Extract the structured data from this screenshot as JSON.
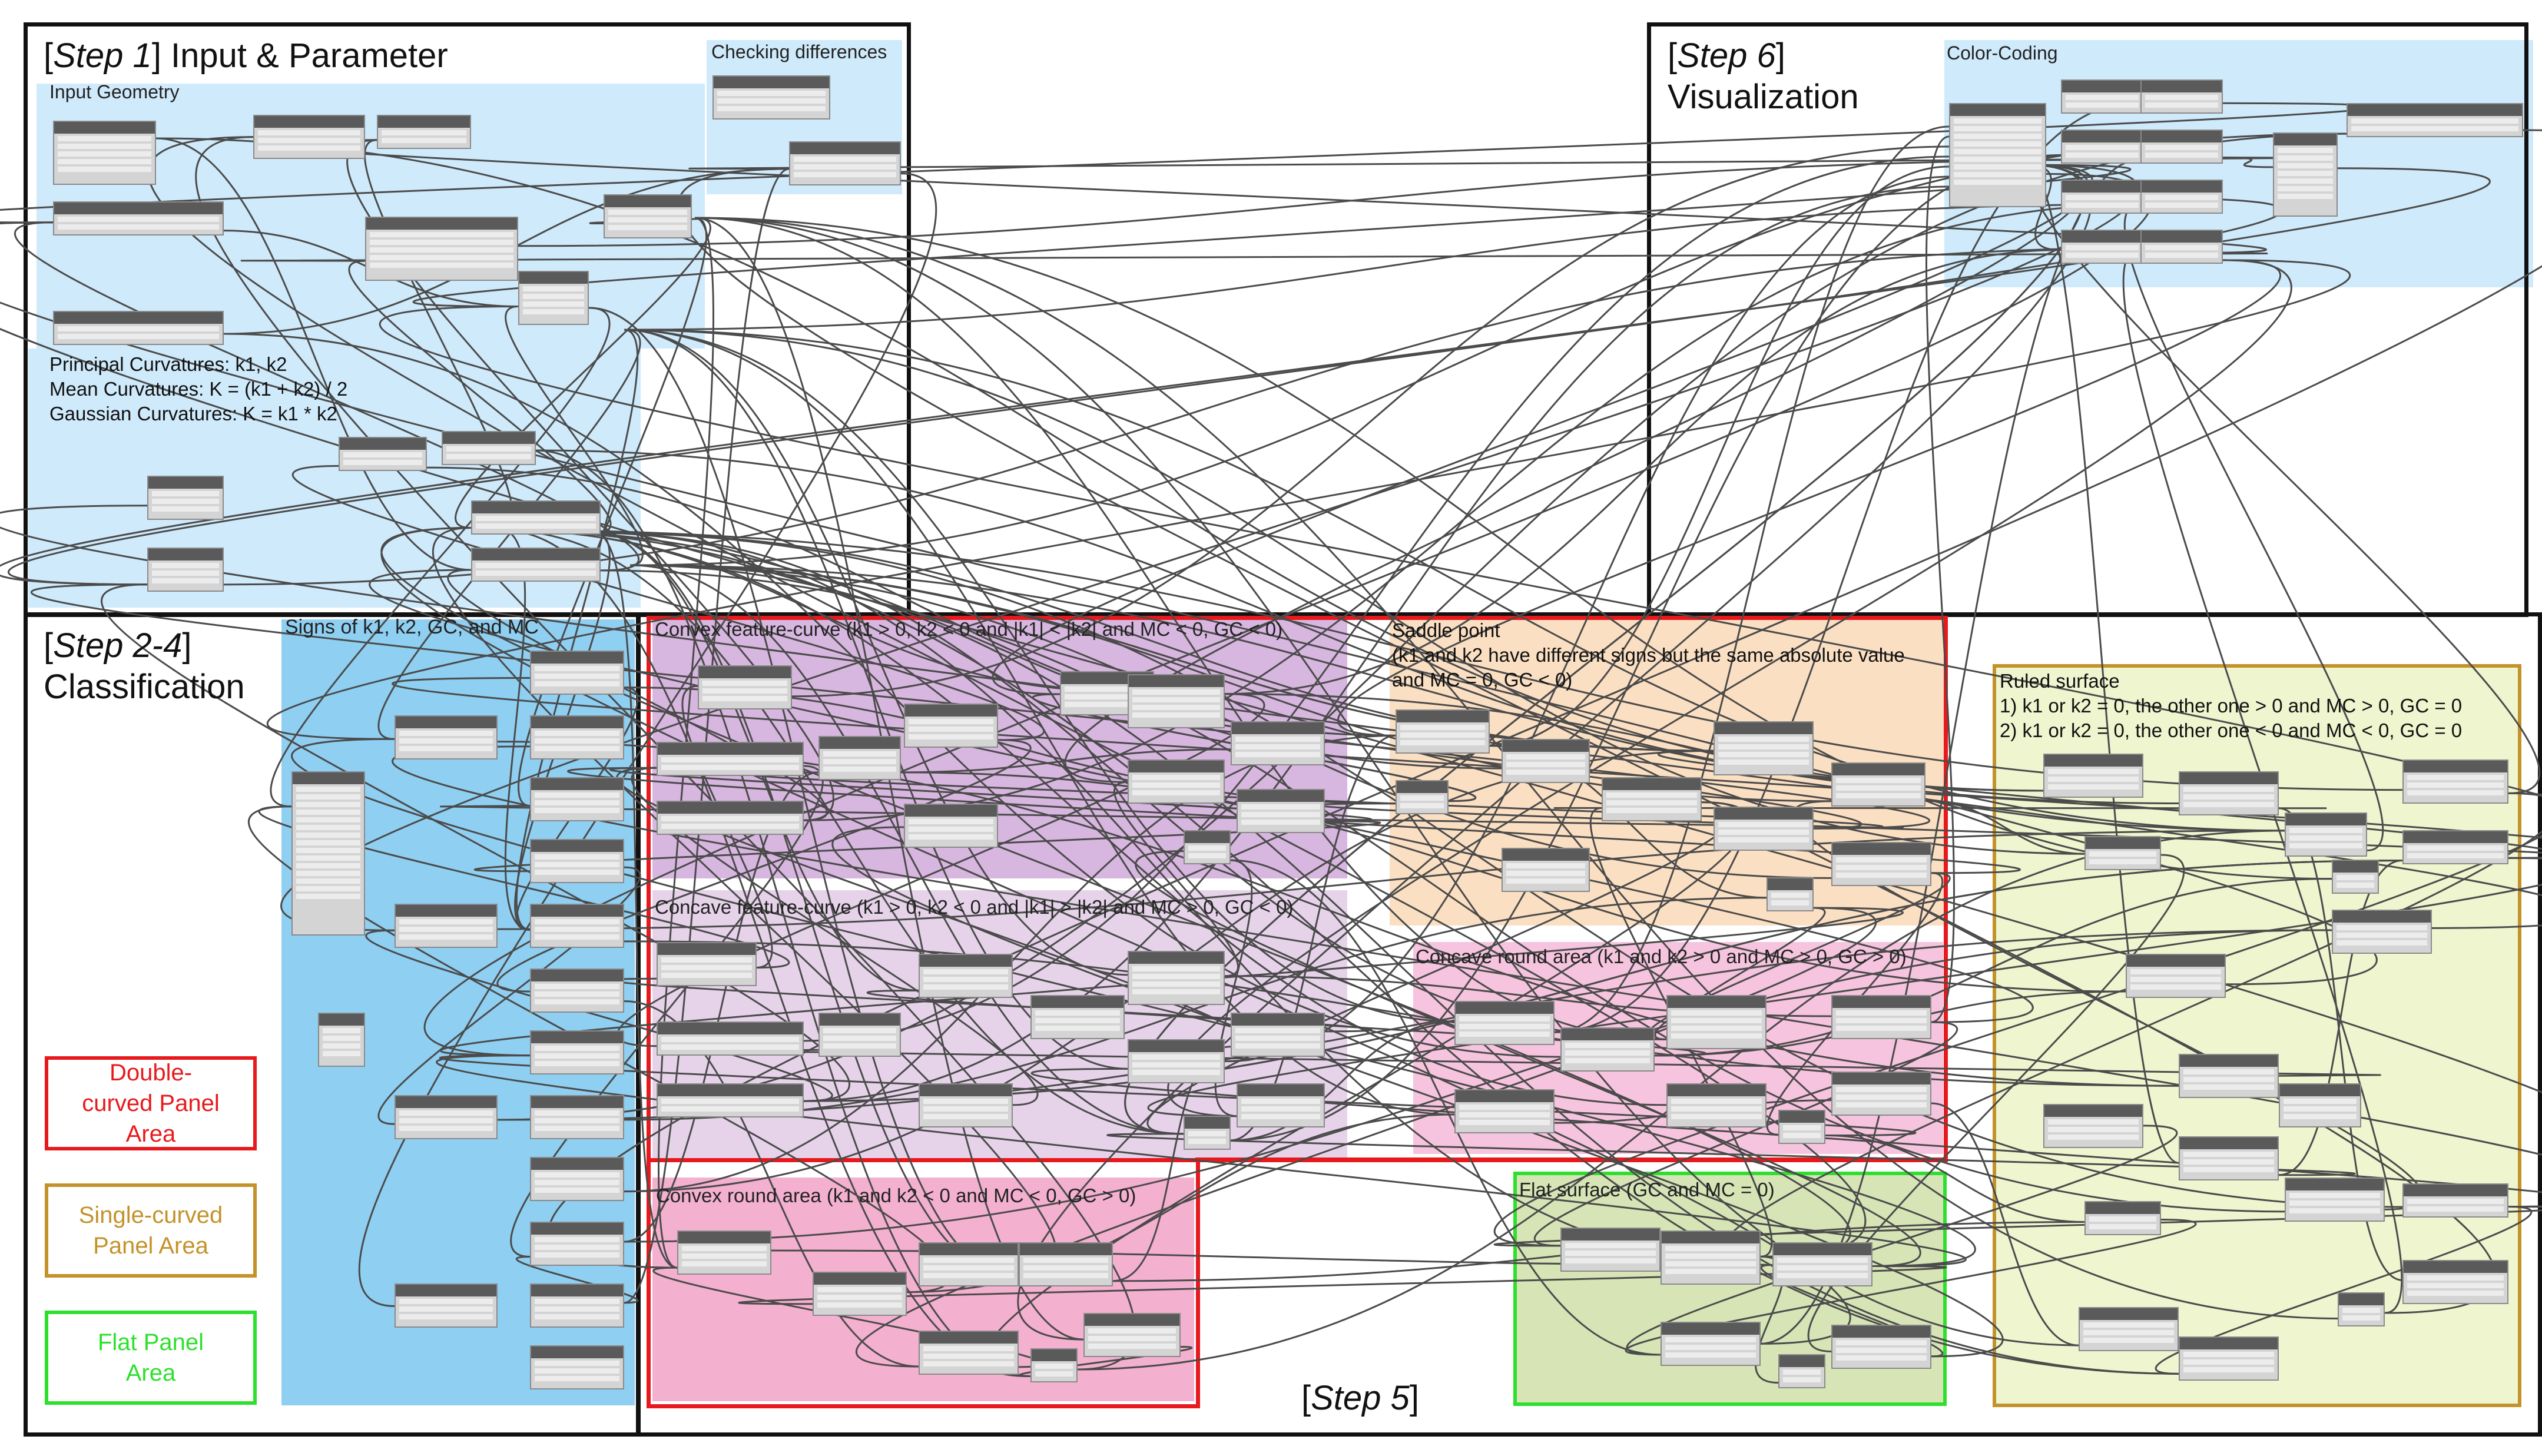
{
  "steps": {
    "step1": {
      "bracket": "Step 1",
      "title": "Input & Parameter"
    },
    "step24": {
      "bracket": "Step 2-4",
      "title": "Classification"
    },
    "step5": {
      "bracket": "Step 5"
    },
    "step6": {
      "bracket": "Step 6",
      "title": "Visualization"
    }
  },
  "groups": {
    "input_geometry": "Input Geometry",
    "checking_differences": "Checking differences",
    "color_coding": "Color-Coding",
    "signs": "Signs of k1, k2, GC, and MC",
    "curvature_lines": [
      "Principal Curvatures: k1, k2",
      "Mean Curvatures: K = (k1 + k2) / 2",
      "Gaussian Curvatures: K = k1 * k2"
    ],
    "convex_feature": "Convex feature-curve (k1 > 0, k2 < 0 and |k1| < |k2| and MC < 0, GC < 0)",
    "concave_feature": "Concave feature-curve (k1 > 0, k2 < 0 and |k1| > |k2| and MC > 0, GC < 0)",
    "saddle_lines": [
      "Saddle point",
      "(k1 and k2 have different signs but the same absolute value",
      "and MC = 0, GC < 0)"
    ],
    "concave_round": "Concave round area (k1 and k2 > 0 and MC > 0, GC > 0)",
    "convex_round": "Convex round area (k1 and k2 < 0 and MC < 0, GC > 0)",
    "flat_surface": "Flat surface (GC and MC = 0)",
    "ruled_lines": [
      "Ruled surface",
      "1) k1 or k2 = 0, the other one > 0 and MC > 0, GC = 0",
      "2) k1 or k2 = 0, the other one < 0 and MC < 0, GC = 0"
    ]
  },
  "legend": {
    "double": "Double-curved Panel Area",
    "single": "Single-curved Panel Area",
    "flat": "Flat Panel Area"
  },
  "colors": {
    "light_blue": "#cfeafb",
    "blue": "#8fcff2",
    "purple": "#d7b6df",
    "light_purple": "#e6d3ea",
    "orange": "#fbdfc2",
    "pink": "#f6c4de",
    "hot_pink": "#f4b0cf",
    "olive": "#d6e4b6",
    "yellow_green": "#eff5cf",
    "red": "#e8191c",
    "gold": "#c3922a",
    "green": "#2de02d"
  }
}
